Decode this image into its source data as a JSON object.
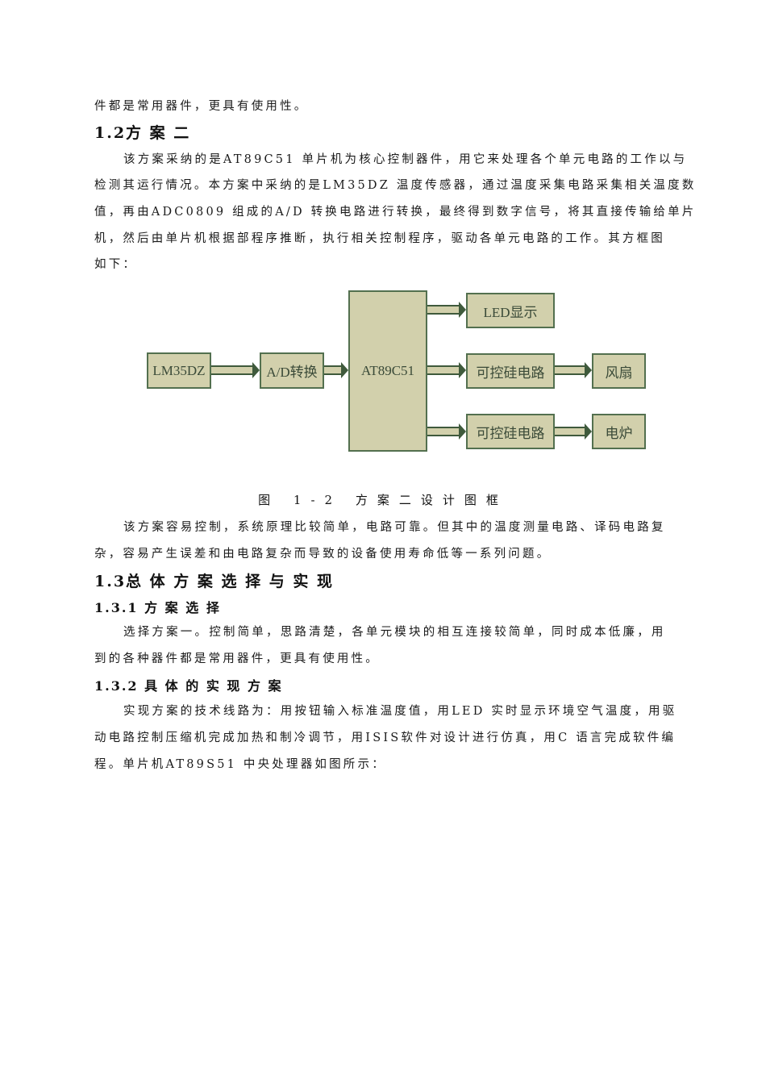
{
  "paragraphs": {
    "p0_line1": "件都是常用器件，更具有使用性。",
    "h_1_2": "1.2方 案 二",
    "p1_lines": [
      "该方案采纳的是AT89C51  单片机为核心控制器件，用它来处理各个单元电路的工作以与",
      "检测其运行情况。本方案中采纳的是LM35DZ 温度传感器，通过温度采集电路采集相关温度数",
      "值，再由ADC0809  组成的A/D 转换电路进行转换，最终得到数字信号，将其直接传输给单片",
      "机，然后由单片机根据部程序推断，执行相关控制程序，驱动各单元电路的工作。其方框图",
      "如下："
    ],
    "figure_caption": "图 1-2  方案二设计图框",
    "p2_lines": [
      "该方案容易控制，系统原理比较简单，电路可靠。但其中的温度测量电路、译码电路复",
      "杂，容易产生误差和由电路复杂而导致的设备使用寿命低等一系列问题。"
    ],
    "h_1_3": "1.3总 体 方 案 选 择 与 实 现",
    "h_1_3_1": "1.3.1  方 案 选 择",
    "p3_lines": [
      "选择方案一。控制简单，思路清楚，各单元模块的相互连接较简单，同时成本低廉，用",
      "到的各种器件都是常用器件，更具有使用性。"
    ],
    "h_1_3_2": "1.3.2  具 体 的 实 现 方 案",
    "p4_lines": [
      "实现方案的技术线路为：用按钮输入标准温度值，用LED 实时显示环境空气温度，用驱",
      "动电路控制压缩机完成加热和制冷调节，用ISIS软件对设计进行仿真，用C 语言完成软件编",
      "程。单片机AT89S51  中央处理器如图所示："
    ]
  },
  "diagram": {
    "box_fill": "#d2d0ac",
    "box_border": "#53704f",
    "boxes": {
      "sensor": "LM35DZ",
      "adc": "A/D转换",
      "mcu": "AT89C51",
      "led": "LED显示",
      "scr1": "可控硅电路",
      "fan": "风扇",
      "scr2": "可控硅电路",
      "heater": "电炉"
    }
  }
}
